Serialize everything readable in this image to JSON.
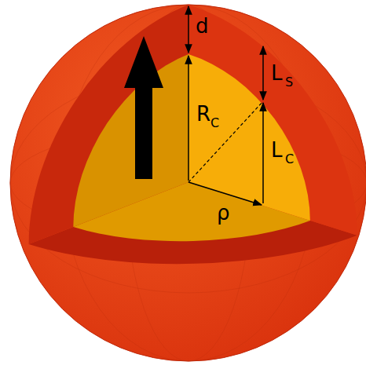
{
  "diagram": {
    "labels": [
      "d",
      "L",
      "S",
      "R",
      "C",
      "L",
      "C",
      "ρ"
    ]
  }
}
